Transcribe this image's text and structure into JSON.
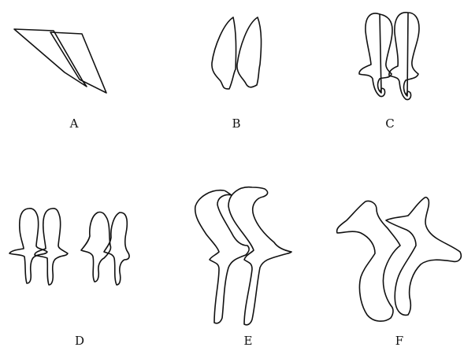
{
  "figures": [
    {
      "label": "A",
      "depicts": "two-flat-blade-shapes"
    },
    {
      "label": "B",
      "depicts": "two-tapered-lobes"
    },
    {
      "label": "C",
      "depicts": "two-lobes-with-curled-stalks"
    },
    {
      "label": "D",
      "depicts": "two-pairs-of-stalked-forms"
    },
    {
      "label": "E",
      "depicts": "two-hooked-stalked-forms"
    },
    {
      "label": "F",
      "depicts": "two-irregular-folded-forms"
    }
  ],
  "colors": {
    "stroke": "#111111",
    "background": "#ffffff"
  }
}
